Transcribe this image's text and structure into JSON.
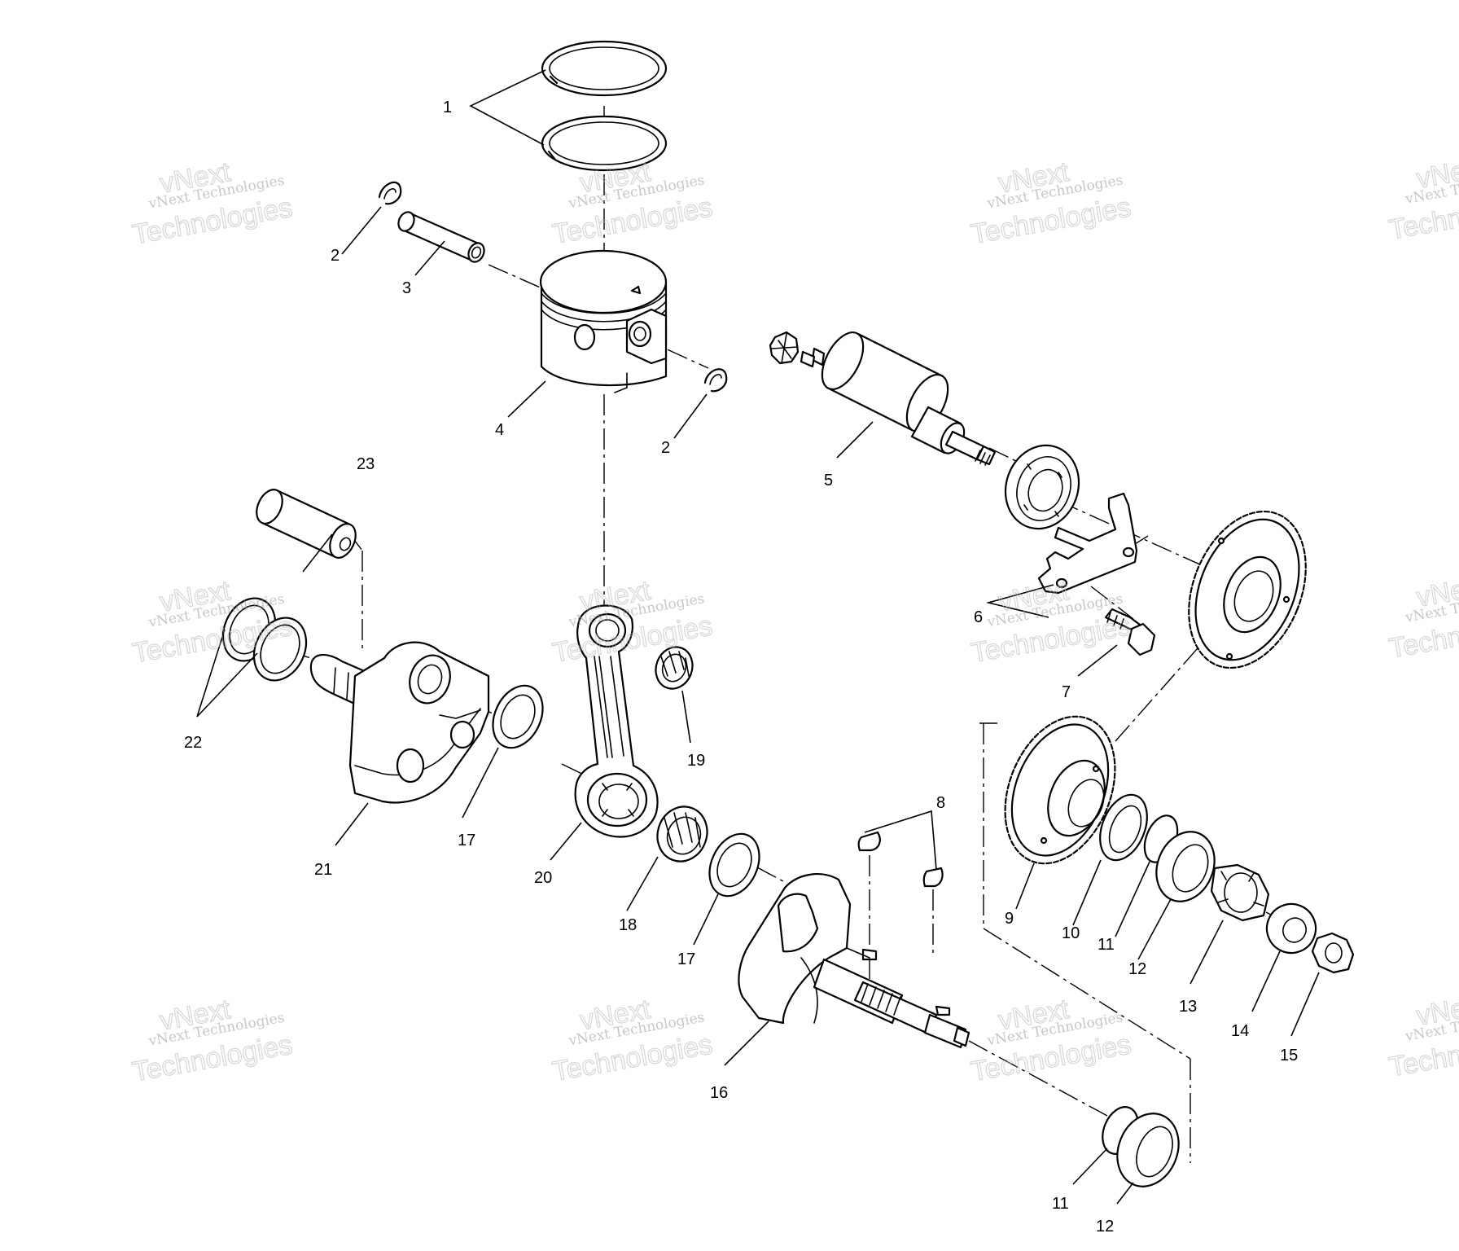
{
  "callouts": [
    "1",
    "2",
    "3",
    "4",
    "2",
    "5",
    "6",
    "7",
    "23",
    "22",
    "21",
    "17",
    "20",
    "19",
    "18",
    "17",
    "16",
    "8",
    "9",
    "10",
    "11",
    "12",
    "13",
    "14",
    "15",
    "11",
    "12"
  ],
  "watermark": {
    "line1": "vNext",
    "line2": "vNext Technologies",
    "line3": "Technologies"
  }
}
